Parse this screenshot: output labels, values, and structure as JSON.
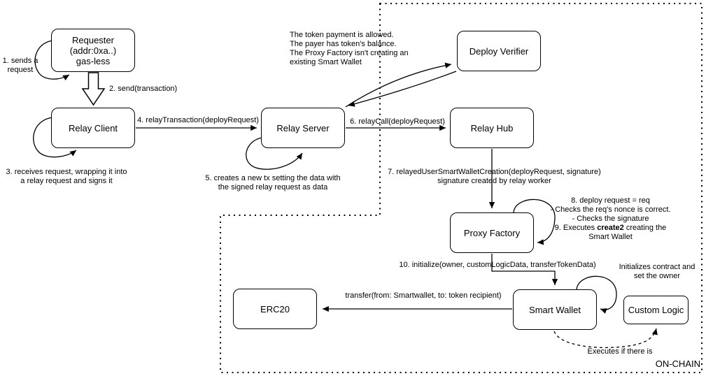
{
  "diagram": {
    "colors": {
      "stroke": "#000000",
      "background": "#ffffff"
    },
    "boxes": {
      "requester": {
        "line1": "Requester",
        "line2": "(addr:0xa..)",
        "line3": "gas-less"
      },
      "relay_client": {
        "label": "Relay Client"
      },
      "relay_server": {
        "label": "Relay Server"
      },
      "deploy_verifier": {
        "label": "Deploy Verifier"
      },
      "relay_hub": {
        "label": "Relay Hub"
      },
      "proxy_factory": {
        "label": "Proxy Factory"
      },
      "smart_wallet": {
        "label": "Smart Wallet"
      },
      "erc20": {
        "label": "ERC20"
      },
      "custom_logic": {
        "label": "Custom Logic"
      }
    },
    "labels": {
      "step1": {
        "line1": "1. sends a",
        "line2": "request"
      },
      "step2": "2. send(transaction)",
      "step3": {
        "line1": "3. receives request, wrapping it into",
        "line2": "a relay request and signs it"
      },
      "step4": "4. relayTransaction(deployRequest)",
      "step5": {
        "line1": "5. creates a new tx setting the data with",
        "line2": "the signed relay request as data"
      },
      "step6": "6. relayCall(deployRequest)",
      "step7": {
        "line1": "7. relayedUserSmartWalletCreation(deployRequest, signature)",
        "line2": "signature created by relay worker"
      },
      "verifier_note": {
        "line1": "The token payment is allowed.",
        "line2": "The payer has token's balance.",
        "line3": "The Proxy Factory isn't creating an",
        "line4": "existing Smart Wallet"
      },
      "step89": {
        "line1": "8. deploy request = req",
        "line2": "- Checks the req's nonce is correct.",
        "line3": "- Checks the signature",
        "line4_pre": "9. Executes ",
        "line4_bold": "create2",
        "line4_post": " creating the",
        "line5": "Smart Wallet"
      },
      "step10": "10. initialize(owner, customLogicData, transferTokenData)",
      "init_note": {
        "line1": "Initializes contract and",
        "line2": "set the owner"
      },
      "transfer": "transfer(from: Smartwallet, to: token recipient)",
      "executes_note": "Executes if there is",
      "onchain": "ON-CHAIN"
    }
  }
}
